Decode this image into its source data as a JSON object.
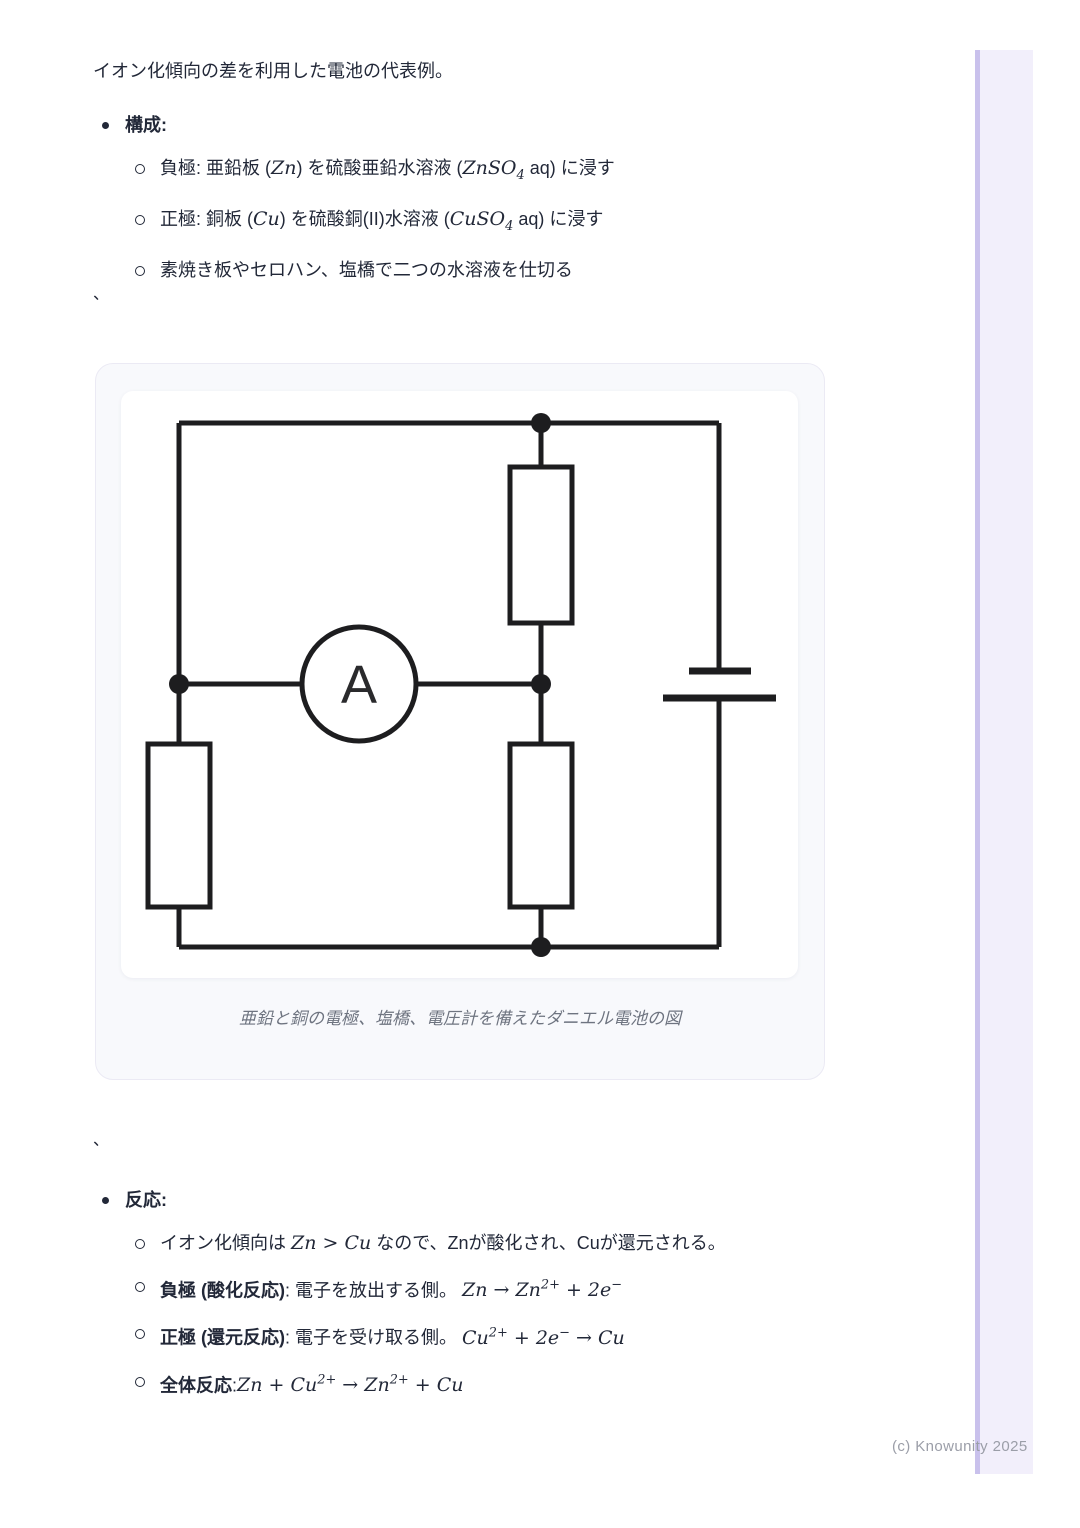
{
  "page": {
    "title": "イオン化傾向の差を利用した電池の代表例。",
    "standalone_comma_1": "、",
    "standalone_comma_2": "、",
    "footer": "(c) Knowunity 2025"
  },
  "colors": {
    "text": "#222838",
    "caption_gray": "#6e7480",
    "footer_gray": "#9b9ea8",
    "circuit_stroke": "#1d1d1f",
    "card_bg": "#f8f9fc",
    "edge_strip_fill": "#f2effb",
    "edge_strip_line": "#c9c1ec"
  },
  "composition": {
    "label": "構成:",
    "items": [
      {
        "seg0": "負極: 亜鉛板 (",
        "m1": "Zn",
        "seg2": ") を硫酸亜鉛水溶液 (",
        "m3": "ZnSO",
        "sub4": "4",
        "seg5": " aq) に浸す"
      },
      {
        "seg0": "正極: 銅板 (",
        "m1": "Cu",
        "seg2": ") を硫酸銅(II)水溶液 (",
        "m3": "CuSO",
        "sub4": "4",
        "seg5": " aq) に浸す"
      },
      {
        "seg0": "素焼き板やセロハン、塩橋で二つの水溶液を仕切る"
      }
    ]
  },
  "figure": {
    "ammeter_label": "A",
    "caption": "亜鉛と銅の電極、塩橋、電圧計を備えたダニエル電池の図"
  },
  "reactions": {
    "label": "反応:",
    "item1": {
      "pre": "イオン化傾向は ",
      "m": "Zn > Cu",
      "post": " なので、Znが酸化され、Cuが還元される。"
    },
    "item2": {
      "bold": "負極 (酸化反応)",
      "mid": ": 電子を放出する側。 ",
      "m1": "Zn → Zn",
      "sup1": "2+",
      "m2": " + 2e",
      "sup2": "−"
    },
    "item3": {
      "bold": "正極 (還元反応)",
      "mid": ": 電子を受け取る側。 ",
      "m1": "Cu",
      "sup1": "2+",
      "m2": " + 2e",
      "sup2": "−",
      "m3": " → Cu"
    },
    "item4": {
      "bold": "全体反応",
      "mid": ":",
      "m1": "Zn + Cu",
      "sup1": "2+",
      "m2": " → Zn",
      "sup2": "2+",
      "m3": " + Cu"
    }
  }
}
